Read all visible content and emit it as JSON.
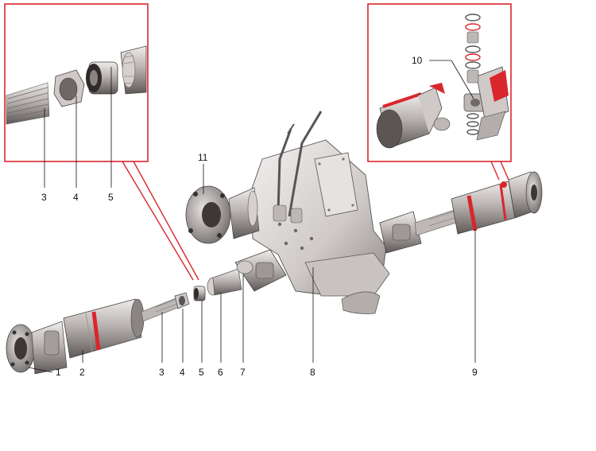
{
  "callouts": {
    "c1": "1",
    "c2": "2",
    "c3": "3",
    "c4": "4",
    "c5": "5",
    "c6": "6",
    "c7": "7",
    "c8": "8",
    "c9": "9",
    "c10": "10",
    "c11": "11",
    "inset_c3": "3",
    "inset_c4": "4",
    "inset_c5": "5"
  },
  "colors": {
    "inset_frame": "#d9262c",
    "highlight": "#d9262c",
    "metal_light": "#d8d4d2",
    "metal_mid": "#a9a3a1",
    "metal_dark": "#5e5857",
    "line": "#111111"
  }
}
